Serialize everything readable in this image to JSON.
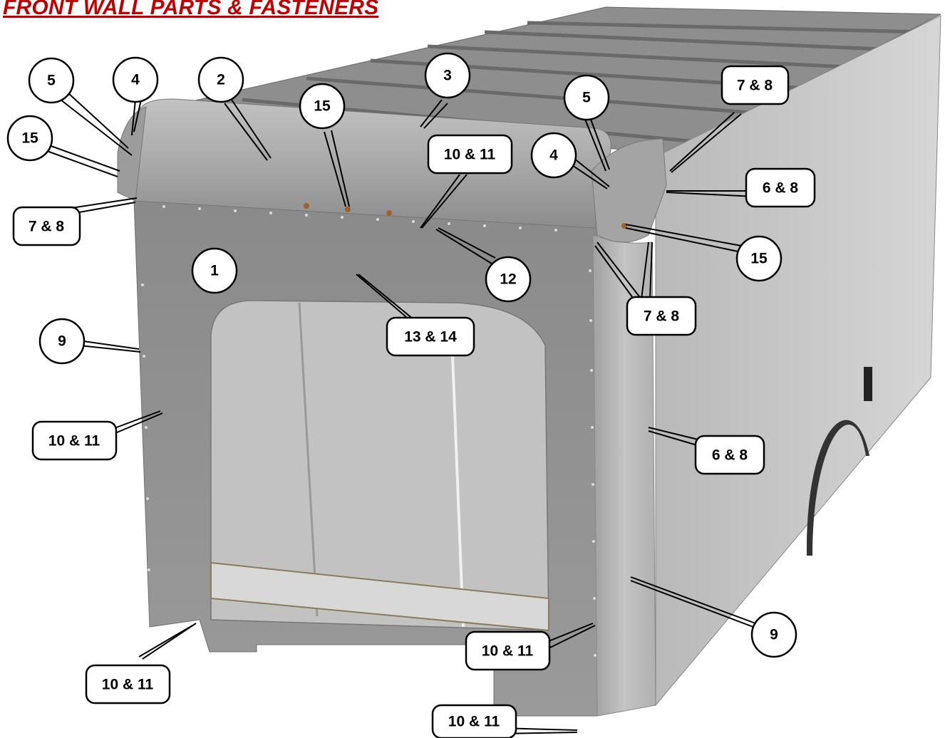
{
  "title": "FRONT WALL PARTS & FASTENERS",
  "callouts": {
    "c1": "1",
    "c2": "2",
    "c3": "3",
    "c4a": "4",
    "c4b": "4",
    "c5a": "5",
    "c5b": "5",
    "c6a": "6 & 8",
    "c6b": "6 & 8",
    "c7a": "7 & 8",
    "c7b": "7 & 8",
    "c7c": "7 & 8",
    "c9a": "9",
    "c9b": "9",
    "c10a": "10 & 11",
    "c10b": "10 & 11",
    "c10c": "10 & 11",
    "c10d": "10 & 11",
    "c10e": "10 & 11",
    "c12": "12",
    "c13": "13 & 14",
    "c15a": "15",
    "c15b": "15",
    "c15c": "15"
  }
}
